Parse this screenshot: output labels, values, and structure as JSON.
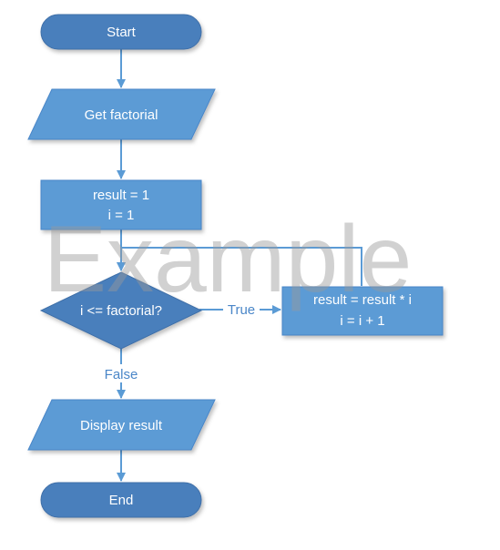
{
  "colors": {
    "terminal_fill": "#4a7fbc",
    "shape_fill": "#5b9bd5",
    "shape_stroke": "#4a86c8",
    "connector": "#5b9bd5",
    "edge_label": "#4a86c8",
    "watermark": "#9a9a9a"
  },
  "nodes": {
    "start": "Start",
    "input": "Get factorial",
    "init_line1": "result = 1",
    "init_line2": "i = 1",
    "decision": "i <= factorial?",
    "loop_line1": "result = result * i",
    "loop_line2": "i = i + 1",
    "output": "Display result",
    "end": "End"
  },
  "edges": {
    "true_label": "True",
    "false_label": "False"
  },
  "watermark": "Example"
}
